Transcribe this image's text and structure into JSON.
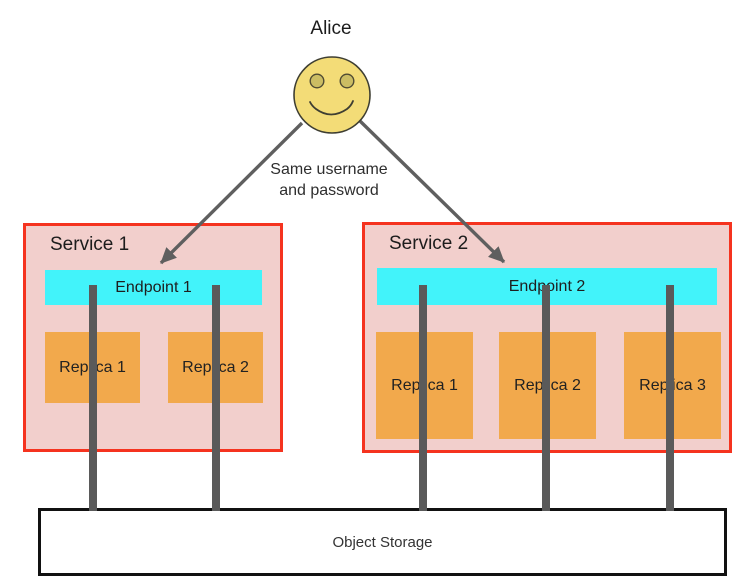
{
  "actor": {
    "name": "Alice",
    "icon": "smiley-face"
  },
  "annotation": {
    "line1": "Same username",
    "line2": "and password"
  },
  "services": [
    {
      "name": "Service 1",
      "endpoint": "Endpoint 1",
      "replicas": [
        "Replica 1",
        "Replica 2"
      ]
    },
    {
      "name": "Service 2",
      "endpoint": "Endpoint 2",
      "replicas": [
        "Replica 1",
        "Replica 2",
        "Replica 3"
      ]
    }
  ],
  "storage": {
    "label": "Object Storage"
  },
  "colors": {
    "service_fill": "#F2CFCC",
    "service_border": "#F5331F",
    "endpoint_fill": "#42F3FA",
    "replica_fill": "#F2A94C",
    "connector_gray": "#5A5A5A",
    "arrow_gray": "#5F5F5F",
    "face_fill": "#F3DC77",
    "face_stroke": "#3E3E32",
    "eye_fill": "#CBBD63",
    "storage_border": "#111111",
    "background": "#FFFFFF"
  }
}
